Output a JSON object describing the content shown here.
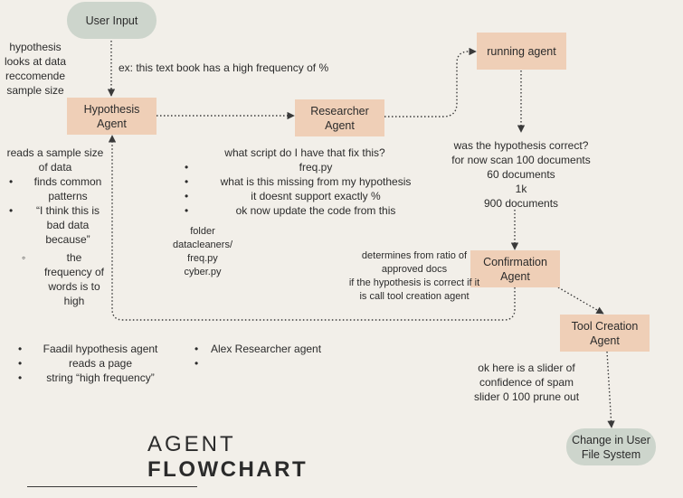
{
  "nodes": {
    "user_input": "User Input",
    "hypothesis_agent": [
      "Hypothesis",
      "Agent"
    ],
    "researcher_agent": [
      "Researcher",
      "Agent"
    ],
    "running_agent": "running agent",
    "confirmation_agent": [
      "Confirmation",
      "Agent"
    ],
    "tool_creation_agent": [
      "Tool Creation",
      "Agent"
    ],
    "change_user_fs": [
      "Change in User",
      "File System"
    ]
  },
  "notes": {
    "hypothesis_side": [
      "hypothesis",
      "looks at data",
      "reccomende",
      "sample size"
    ],
    "example": "ex: this text book has a high frequency of %",
    "left_list": {
      "intro": [
        "reads a sample size",
        "of data"
      ],
      "items": [
        [
          "finds common",
          "patterns"
        ],
        [
          "“I think this is",
          "bad data",
          "because”"
        ]
      ],
      "sub": [
        "the",
        "frequency of",
        "words is to",
        "high"
      ]
    },
    "researcher_questions": {
      "heading": "what script do I have that fix this?",
      "items": [
        "freq.py",
        "what is this missing from my hypothesis",
        "it doesnt support exactly %",
        "ok now update the code from this"
      ]
    },
    "folder": [
      "folder",
      "datacleaners/",
      "freq.py",
      "cyber.py"
    ],
    "running_check": [
      "was the hypothesis correct?",
      "for now scan 100 documents",
      "60 documents",
      "1k",
      "900 documents"
    ],
    "confirmation_side": [
      "determines from ratio of",
      "approved docs",
      "if the hypothesis is correct if it",
      "is call tool creation agent"
    ],
    "slider": [
      "ok here is a slider of",
      "confidence of spam",
      "slider 0 100 prune out"
    ],
    "bottom_left": [
      "Faadil hypothesis agent",
      "reads a page",
      "string “high frequency”"
    ],
    "bottom_mid": [
      "Alex Researcher agent",
      ""
    ]
  },
  "title": {
    "line1": "AGENT",
    "line2": "FLOWCHART"
  },
  "colors": {
    "box": "#efcfb7",
    "pill": "#cdd5cc",
    "background": "#f2efe9",
    "line": "#3a3a3a"
  }
}
